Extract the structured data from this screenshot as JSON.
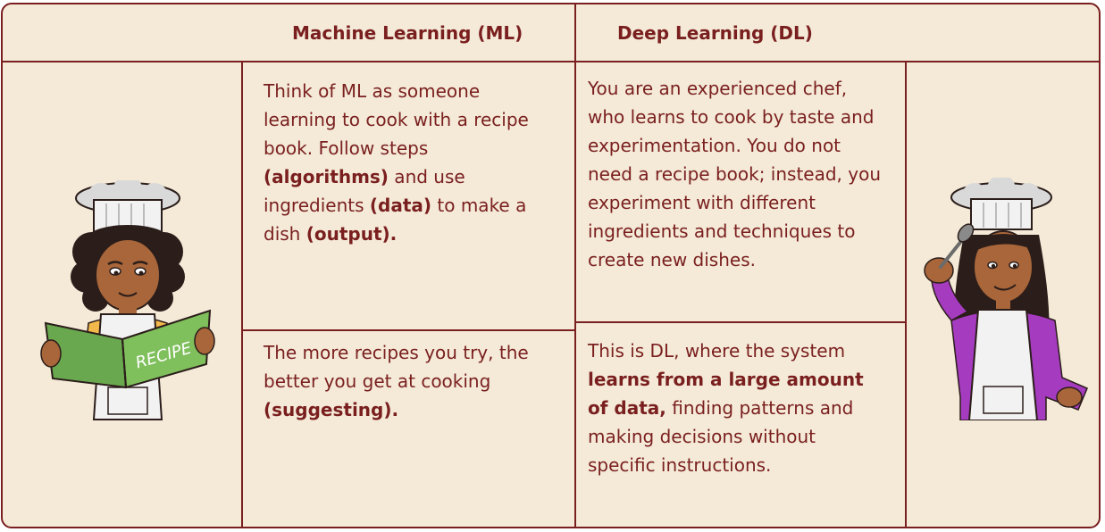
{
  "header": {
    "ml_title": "Machine Learning (ML)",
    "dl_title": "Deep Learning (DL)"
  },
  "ml": {
    "cell1": {
      "parts": [
        {
          "text": "Think of ML as someone learning to cook with a recipe book. Follow steps ",
          "bold": false
        },
        {
          "text": "(algorithms)",
          "bold": true
        },
        {
          "text": " and use ingredients ",
          "bold": false
        },
        {
          "text": "(data)",
          "bold": true
        },
        {
          "text": " to make a dish ",
          "bold": false
        },
        {
          "text": "(output).",
          "bold": true
        }
      ]
    },
    "cell2": {
      "parts": [
        {
          "text": "The more recipes you try, the better you get at cooking ",
          "bold": false
        },
        {
          "text": "(suggesting).",
          "bold": true
        }
      ]
    }
  },
  "dl": {
    "cell1": {
      "parts": [
        {
          "text": "You are an experienced chef, who learns to cook by taste and experimentation. You do not need a recipe book; instead, you experiment with different ingredients and techniques to create new dishes.",
          "bold": false
        }
      ]
    },
    "cell2": {
      "parts": [
        {
          "text": "This is DL, where the system ",
          "bold": false
        },
        {
          "text": "learns from a large amount of data,",
          "bold": true
        },
        {
          "text": " finding patterns and making decisions without specific instructions.",
          "bold": false
        }
      ]
    }
  },
  "illustrations": {
    "recipe_book_label": "RECIPE"
  },
  "colors": {
    "border": "#7a1f1f",
    "background": "#f4ead7",
    "text": "#7a1f1f",
    "book_green": "#6aa84f",
    "apron": "#f2f2f2",
    "skin": "#a8663a",
    "hair": "#2b1d1a",
    "purple_shirt": "#a53bbf",
    "yellow_shirt": "#f2b84b"
  }
}
